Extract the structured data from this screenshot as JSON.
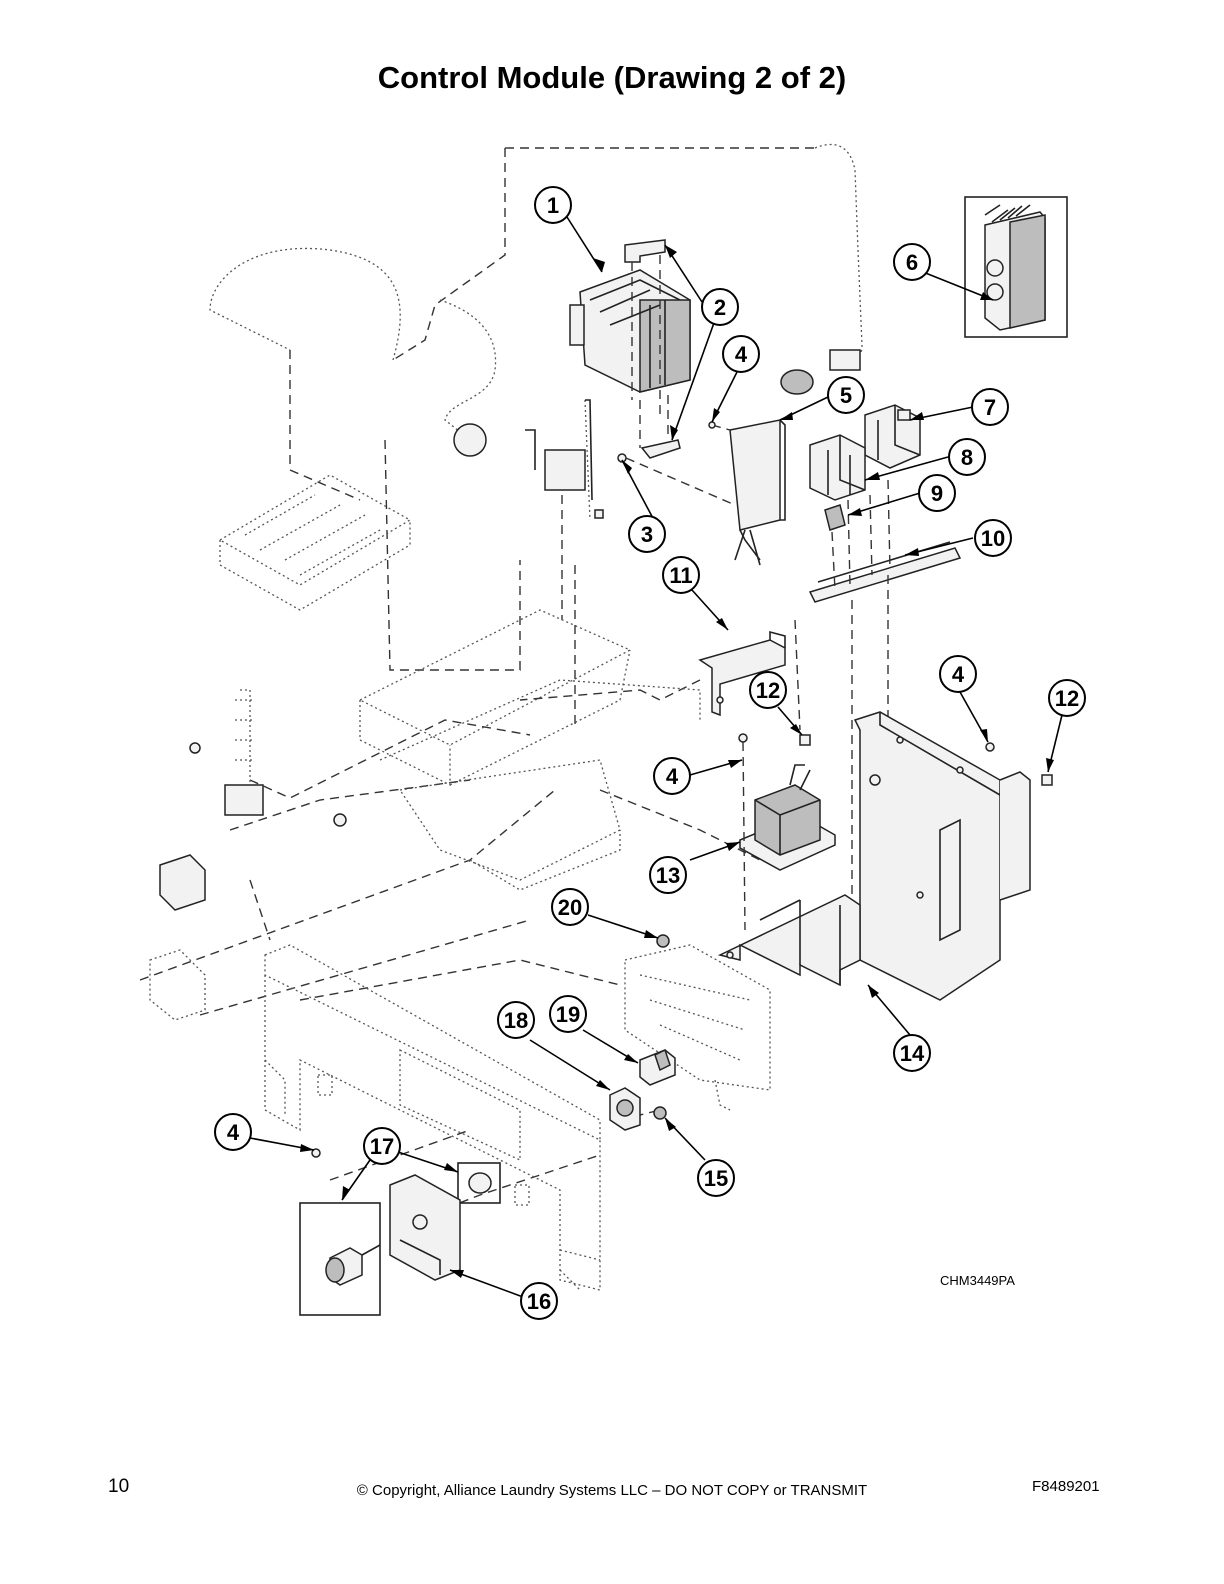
{
  "title": "Control Module (Drawing 2 of 2)",
  "drawing_id": "CHM3449PA",
  "footer": {
    "page_number": "10",
    "copyright": "© Copyright, Alliance Laundry Systems LLC – DO NOT COPY or TRANSMIT",
    "document_number": "F8489201"
  },
  "callouts": [
    {
      "label": "1"
    },
    {
      "label": "2"
    },
    {
      "label": "3"
    },
    {
      "label": "4"
    },
    {
      "label": "5"
    },
    {
      "label": "6"
    },
    {
      "label": "7"
    },
    {
      "label": "8"
    },
    {
      "label": "9"
    },
    {
      "label": "10"
    },
    {
      "label": "11"
    },
    {
      "label": "12"
    },
    {
      "label": "4"
    },
    {
      "label": "12"
    },
    {
      "label": "4"
    },
    {
      "label": "13"
    },
    {
      "label": "20"
    },
    {
      "label": "14"
    },
    {
      "label": "18"
    },
    {
      "label": "19"
    },
    {
      "label": "4"
    },
    {
      "label": "17"
    },
    {
      "label": "15"
    },
    {
      "label": "16"
    }
  ]
}
